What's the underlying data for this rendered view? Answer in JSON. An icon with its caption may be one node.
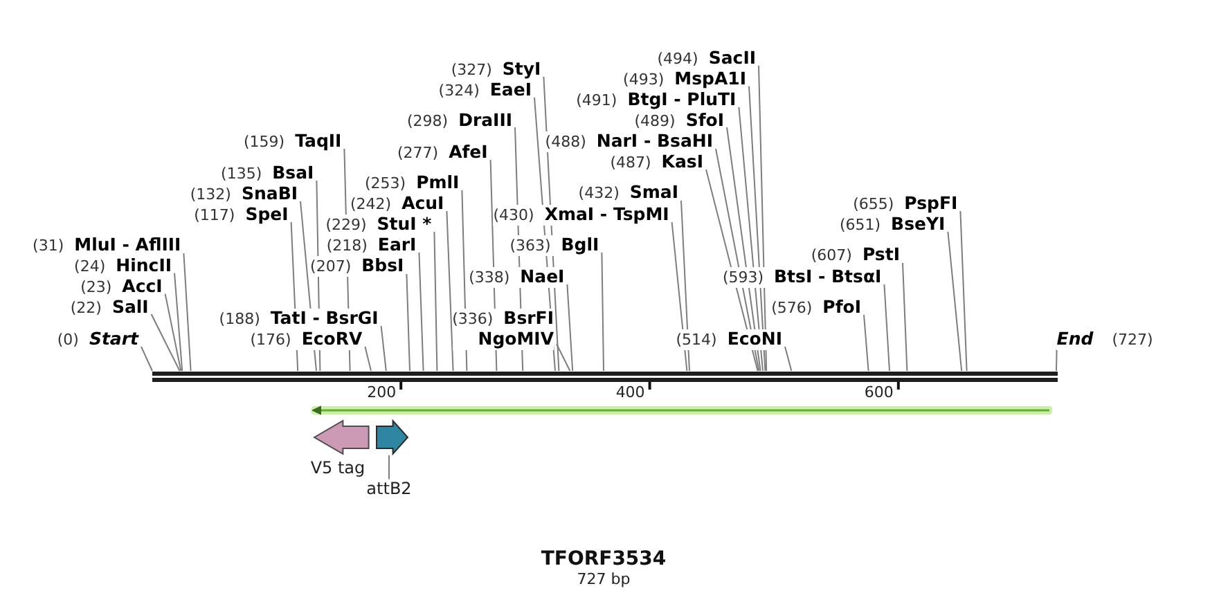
{
  "diagram": {
    "title": "TFORF3534",
    "caption": "727 bp",
    "nodes": [
      {
        "text": [
          "(494)",
          "SacII"
        ]
      },
      {
        "text": [
          "(327)",
          "StyI"
        ]
      },
      {
        "text": [
          "(493)",
          "MspA1I"
        ]
      },
      {
        "text": [
          "(324)",
          "EaeI"
        ]
      },
      {
        "text": [
          "(491)",
          "BtgI - PluTI"
        ]
      },
      {
        "text": [
          "(298)",
          "DraIII"
        ]
      },
      {
        "text": [
          "(489)",
          "SfoI"
        ]
      },
      {
        "text": [
          "(159)",
          "TaqII"
        ]
      },
      {
        "text": [
          "(488)",
          "NarI - BsaHI"
        ]
      },
      {
        "text": [
          "(277)",
          "AfeI"
        ]
      },
      {
        "text": [
          "(487)",
          "KasI"
        ]
      },
      {
        "text": [
          "(135)",
          "BsaI"
        ]
      },
      {
        "text": [
          "(253)",
          "PmlI"
        ]
      },
      {
        "text": [
          "(132)",
          "SnaBI"
        ]
      },
      {
        "text": [
          "(432)",
          "SmaI"
        ]
      },
      {
        "text": [
          "(242)",
          "AcuI"
        ]
      },
      {
        "text": [
          "(655)",
          "PspFI"
        ]
      },
      {
        "text": [
          "(117)",
          "SpeI"
        ]
      },
      {
        "text": [
          "(430)",
          "XmaI - TspMI"
        ]
      },
      {
        "text": [
          "(229)",
          "StuI *"
        ]
      },
      {
        "text": [
          "(651)",
          "BseYI"
        ]
      },
      {
        "text": [
          "(31)",
          "MluI - AflIII"
        ]
      },
      {
        "text": [
          "(218)",
          "EarI"
        ]
      },
      {
        "text": [
          "(363)",
          "BglI"
        ]
      },
      {
        "text": [
          "(607)",
          "PstI"
        ]
      },
      {
        "text": [
          "(24)",
          "HincII"
        ]
      },
      {
        "text": [
          "(207)",
          "BbsI"
        ]
      },
      {
        "text": [
          "(338)",
          "NaeI"
        ]
      },
      {
        "text": [
          "(593)",
          "BtsI - BtsαI"
        ]
      },
      {
        "text": [
          "(23)",
          "AccI"
        ]
      },
      {
        "text": [
          "(22)",
          "SalI"
        ]
      },
      {
        "text": [
          "(576)",
          "PfoI"
        ]
      },
      {
        "text": [
          "(188)",
          "TatI - BsrGI"
        ]
      },
      {
        "text": [
          "(336)",
          "BsrFI",
          "NgoMIV"
        ]
      },
      {
        "text": [
          "(0)",
          "Start"
        ]
      },
      {
        "text": [
          "(176)",
          "EcoRV"
        ]
      },
      {
        "text": [
          "(514)",
          "EcoNI"
        ]
      },
      {
        "text": [
          "End",
          "(727)"
        ]
      },
      {
        "text": [],
        "shape": "arrow"
      },
      {
        "text": [
          "V5 tag"
        ]
      },
      {
        "text": [],
        "shape": "arrow"
      },
      {
        "text": [
          "attB2"
        ]
      }
    ],
    "edges": [
      {
        "from": 0,
        "to": null,
        "arrow": "none"
      },
      {
        "from": 1,
        "to": null,
        "arrow": "none"
      },
      {
        "from": 2,
        "to": null,
        "arrow": "none"
      },
      {
        "from": 3,
        "to": null,
        "arrow": "none"
      },
      {
        "from": 4,
        "to": null,
        "arrow": "none"
      },
      {
        "from": 5,
        "to": null,
        "arrow": "none"
      },
      {
        "from": 6,
        "to": null,
        "arrow": "none"
      },
      {
        "from": 7,
        "to": null,
        "arrow": "none"
      },
      {
        "from": 8,
        "to": null,
        "arrow": "none"
      },
      {
        "from": 9,
        "to": null,
        "arrow": "none"
      },
      {
        "from": 10,
        "to": null,
        "arrow": "none"
      },
      {
        "from": 11,
        "to": null,
        "arrow": "none"
      },
      {
        "from": 12,
        "to": null,
        "arrow": "none"
      },
      {
        "from": 13,
        "to": null,
        "arrow": "none"
      },
      {
        "from": 14,
        "to": null,
        "arrow": "none"
      },
      {
        "from": 15,
        "to": null,
        "arrow": "none"
      },
      {
        "from": 16,
        "to": null,
        "arrow": "none"
      },
      {
        "from": 17,
        "to": null,
        "arrow": "none"
      },
      {
        "from": 18,
        "to": null,
        "arrow": "none"
      },
      {
        "from": 19,
        "to": null,
        "arrow": "none"
      },
      {
        "from": 20,
        "to": null,
        "arrow": "none"
      },
      {
        "from": 21,
        "to": null,
        "arrow": "none"
      },
      {
        "from": 22,
        "to": null,
        "arrow": "none"
      },
      {
        "from": 23,
        "to": null,
        "arrow": "none"
      },
      {
        "from": 24,
        "to": null,
        "arrow": "none"
      },
      {
        "from": 25,
        "to": null,
        "arrow": "none"
      },
      {
        "from": 26,
        "to": null,
        "arrow": "none"
      },
      {
        "from": 27,
        "to": null,
        "arrow": "none"
      },
      {
        "from": 28,
        "to": null,
        "arrow": "none"
      },
      {
        "from": 29,
        "to": null,
        "arrow": "none"
      },
      {
        "from": 30,
        "to": null,
        "arrow": "none"
      },
      {
        "from": 31,
        "to": null,
        "arrow": "none"
      },
      {
        "from": 32,
        "to": null,
        "arrow": "none"
      },
      {
        "from": 33,
        "to": null,
        "arrow": "none"
      },
      {
        "from": 34,
        "to": null,
        "arrow": "none"
      },
      {
        "from": 35,
        "to": null,
        "arrow": "none"
      },
      {
        "from": 36,
        "to": null,
        "arrow": "none"
      },
      {
        "from": 37,
        "to": null,
        "arrow": "none"
      },
      {
        "from": 41,
        "to": 40,
        "arrow": "none"
      }
    ],
    "labels": [
      "200",
      "400",
      "600"
    ]
  }
}
